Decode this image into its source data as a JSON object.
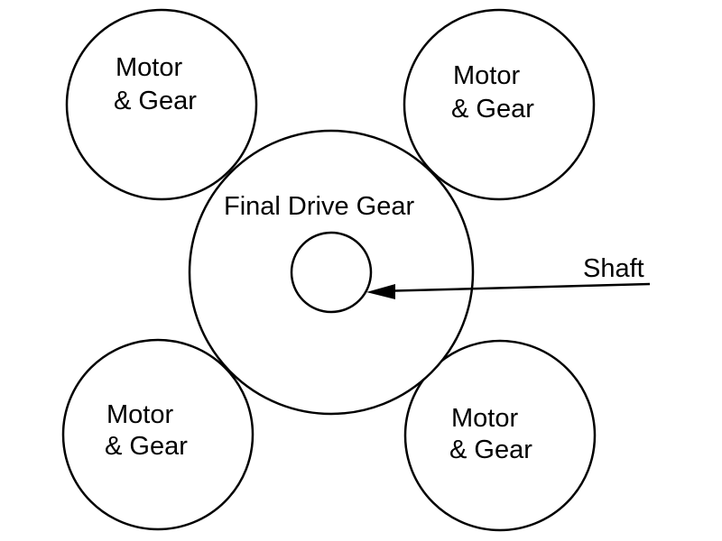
{
  "motors": [
    {
      "line1": "Motor",
      "line2": "& Gear"
    },
    {
      "line1": "Motor",
      "line2": "& Gear"
    },
    {
      "line1": "Motor",
      "line2": "& Gear"
    },
    {
      "line1": "Motor",
      "line2": "& Gear"
    }
  ],
  "final_gear": {
    "label": "Final Drive Gear"
  },
  "shaft": {
    "label": "Shaft"
  },
  "colors": {
    "stroke": "#000000",
    "background": "#ffffff"
  }
}
